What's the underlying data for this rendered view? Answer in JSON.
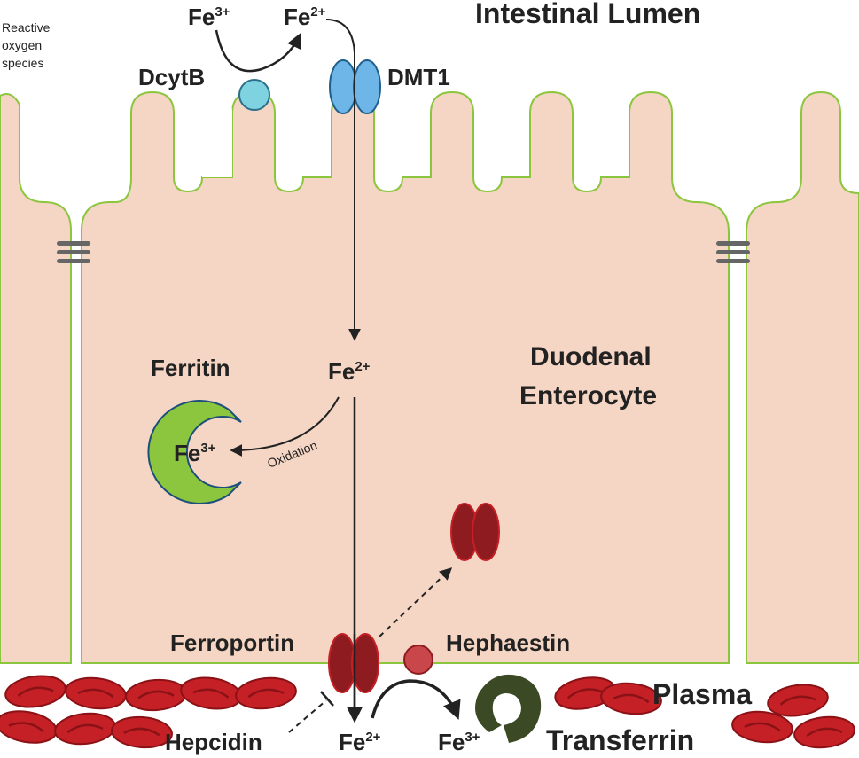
{
  "labels": {
    "lumen": "Intestinal Lumen",
    "ros_line1": "Reactive",
    "ros_line2": "oxygen",
    "ros_line3": "species",
    "dcytb": "DcytB",
    "dmt1": "DMT1",
    "ferritin": "Ferritin",
    "enterocyte_line1": "Duodenal",
    "enterocyte_line2": "Enterocyte",
    "oxidation": "Oxidation",
    "ferroportin": "Ferroportin",
    "hephaestin": "Hephaestin",
    "hepcidin": "Hepcidin",
    "plasma": "Plasma",
    "transferrin": "Transferrin"
  },
  "ions": {
    "fe": "Fe",
    "charge3": "3+",
    "charge2": "2+"
  },
  "colors": {
    "cell_fill": "#f5d5c3",
    "cell_stroke": "#8cc63f",
    "dcytb": "#7fd3e0",
    "dmt1": "#6fb6e8",
    "ferritin": "#8cc63f",
    "ferroportin": "#8e1b1f",
    "hephaestin": "#c9474b",
    "transferrin": "#3b4a24",
    "rbc": "#c42026",
    "junction": "#666666"
  }
}
